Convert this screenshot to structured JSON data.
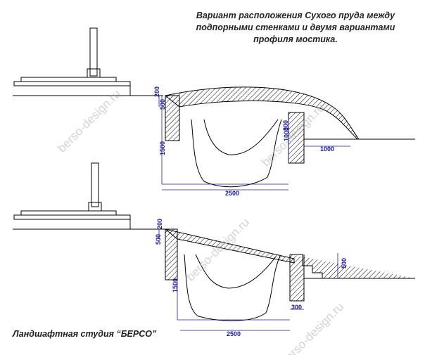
{
  "caption": {
    "line1": "Вариант расположения Сухого пруда между",
    "line2": "подпорными стенками и двумя вариантами",
    "line3": "профиля мостика."
  },
  "studio": "Ландшафтная студия “БЕРСО”",
  "watermark": "berso-design.ru",
  "dims_top": {
    "d200": "200",
    "d500": "500",
    "d1500": "1500",
    "d1000a": "1000",
    "d300": "300",
    "d1000b": "1000",
    "d2500": "2500"
  },
  "dims_bottom": {
    "d200": "200",
    "d500": "500",
    "d1500": "1500",
    "d500r": "500",
    "d300": "300",
    "d2500": "2500"
  },
  "colors": {
    "line": "#000000",
    "dim": "#1a1aa0",
    "hatch": "#000000"
  }
}
